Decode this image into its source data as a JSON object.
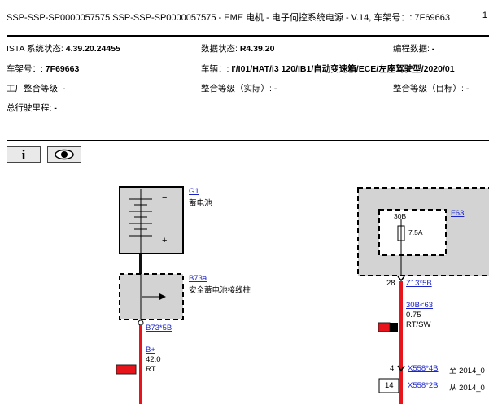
{
  "header": {
    "title": "SSP-SSP-SP0000057575 SSP-SSP-SP0000057575 - EME 电机 - 电子伺控系统电源 - V.14, 车架号：: 7F69663",
    "page_number": "1"
  },
  "info": {
    "ista_label": "ISTA 系统状态: ",
    "ista_value": "4.39.20.24455",
    "data_label": "数据状态: ",
    "data_value": "R4.39.20",
    "prog_label": "编程数据: ",
    "prog_value": "-",
    "vin_label": "车架号：: ",
    "vin_value": "7F69663",
    "vehicle_label": "车辆：: ",
    "vehicle_value": "I'/I01/HAT/i3 120/IB1/自动变速箱/ECE/左座驾驶型/2020/01",
    "factory_label": "工厂整合等级: ",
    "factory_value": "-",
    "actual_label": "整合等级（实际）: ",
    "actual_value": "-",
    "target_label": "整合等级（目标）: ",
    "target_value": "-",
    "mileage_label": "总行驶里程: ",
    "mileage_value": "-"
  },
  "toolbar": {
    "info_glyph": "i"
  },
  "diagram": {
    "g1_link": "G1",
    "g1_desc": "蓄电池",
    "battery_minus": "−",
    "battery_plus": "+",
    "b73a_link": "B73a",
    "b73a_desc": "安全蓄电池接线柱",
    "b73_pin": "B73*5B",
    "wire1_link": "B+",
    "wire1_size": "42.0",
    "wire1_color": "RT",
    "f63_link": "F63",
    "fuse_label": "30B",
    "fuse_rating": "7.5A",
    "z13_pin_no": "28",
    "z13_link": "Z13*5B",
    "wire2_link": "30B<63",
    "wire2_size": "0.75",
    "wire2_color": "RT/SW",
    "x558_4b_no": "4",
    "x558_4b_link": "X558*4B",
    "x558_4b_note": "至 2014_0",
    "x558_2b_no": "14",
    "x558_2b_link": "X558*2B",
    "x558_2b_note": "从 2014_0"
  },
  "colors": {
    "wire_red": "#e8141b",
    "component_fill": "#d3d3d3",
    "link_blue": "#1a24c8"
  }
}
